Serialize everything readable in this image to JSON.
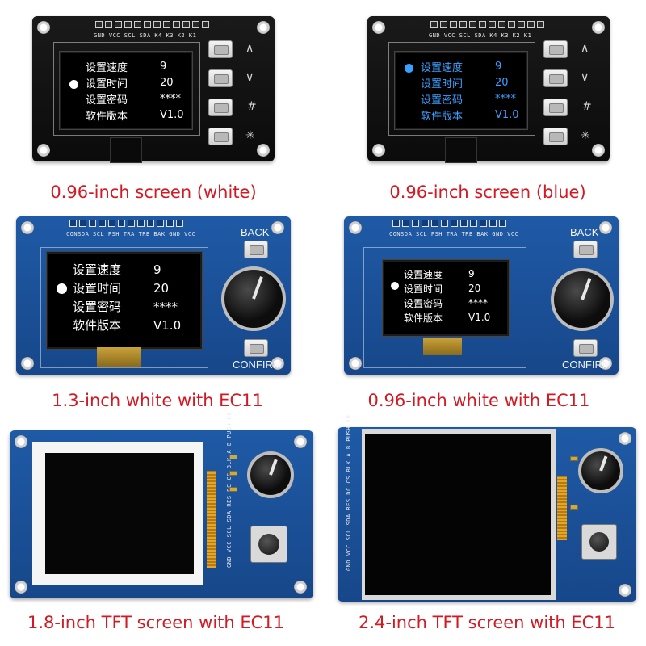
{
  "captions": {
    "c1": "0.96-inch screen (white)",
    "c2": "0.96-inch screen (blue)",
    "c3": "1.3-inch white with EC11",
    "c4": "0.96-inch white with EC11",
    "c5": "1.8-inch TFT screen with EC11",
    "c6": "2.4-inch TFT screen with EC11"
  },
  "menu": {
    "rows": [
      {
        "label": "设置速度",
        "value": "9"
      },
      {
        "label": "设置时间",
        "value": "20"
      },
      {
        "label": "设置密码",
        "value": "****"
      },
      {
        "label": "软件版本",
        "value": "V1.0"
      }
    ]
  },
  "silk": {
    "header_top": "GND VCC SCL SDA K4  K3  K2  K1",
    "header_ec11": "CONSDA SCL PSH TRA TRB BAK GND VCC",
    "back": "BACK",
    "confirm": "CONFIRM",
    "tft_pins": "GND VCC SCL SDA RES DC CS BLK A B PUSH KO"
  },
  "colors": {
    "caption": "#d21a23",
    "oled_white": "#ffffff",
    "oled_blue": "#3aa0ff",
    "pcb_blue": "#1f5aa6",
    "pcb_black": "#111111"
  }
}
